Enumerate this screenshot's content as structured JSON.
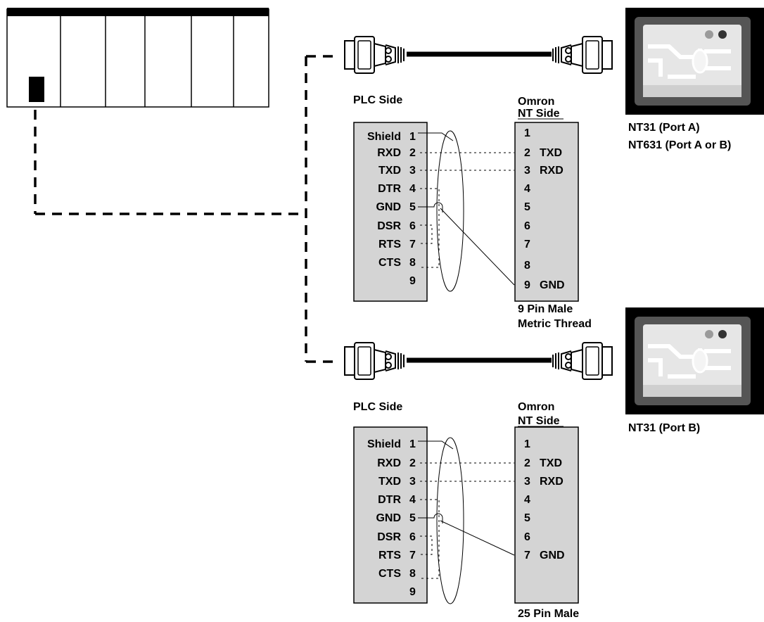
{
  "top_cable": {
    "plc_side_label": "PLC Side",
    "nt_side_label_line1": "Omron",
    "nt_side_label_line2": "NT Side",
    "plc_pins": [
      {
        "name": "Shield",
        "num": "1"
      },
      {
        "name": "RXD",
        "num": "2"
      },
      {
        "name": "TXD",
        "num": "3"
      },
      {
        "name": "DTR",
        "num": "4"
      },
      {
        "name": "GND",
        "num": "5"
      },
      {
        "name": "DSR",
        "num": "6"
      },
      {
        "name": "RTS",
        "num": "7"
      },
      {
        "name": "CTS",
        "num": "8"
      },
      {
        "name": "",
        "num": "9"
      }
    ],
    "nt_pins": [
      {
        "num": "1",
        "name": ""
      },
      {
        "num": "2",
        "name": "TXD"
      },
      {
        "num": "3",
        "name": "RXD"
      },
      {
        "num": "4",
        "name": ""
      },
      {
        "num": "5",
        "name": ""
      },
      {
        "num": "6",
        "name": ""
      },
      {
        "num": "7",
        "name": ""
      },
      {
        "num": "8",
        "name": ""
      },
      {
        "num": "9",
        "name": "GND"
      }
    ],
    "connector_note_line1": "9 Pin Male",
    "connector_note_line2": "Metric Thread",
    "device_label_line1": "NT31 (Port A)",
    "device_label_line2": "NT631 (Port A or B)"
  },
  "bottom_cable": {
    "plc_side_label": "PLC Side",
    "nt_side_label_line1": "Omron",
    "nt_side_label_line2": "NT Side",
    "plc_pins": [
      {
        "name": "Shield",
        "num": "1"
      },
      {
        "name": "RXD",
        "num": "2"
      },
      {
        "name": "TXD",
        "num": "3"
      },
      {
        "name": "DTR",
        "num": "4"
      },
      {
        "name": "GND",
        "num": "5"
      },
      {
        "name": "DSR",
        "num": "6"
      },
      {
        "name": "RTS",
        "num": "7"
      },
      {
        "name": "CTS",
        "num": "8"
      },
      {
        "name": "",
        "num": "9"
      }
    ],
    "nt_pins": [
      {
        "num": "1",
        "name": ""
      },
      {
        "num": "2",
        "name": "TXD"
      },
      {
        "num": "3",
        "name": "RXD"
      },
      {
        "num": "4",
        "name": ""
      },
      {
        "num": "5",
        "name": ""
      },
      {
        "num": "6",
        "name": ""
      },
      {
        "num": "7",
        "name": "GND"
      }
    ],
    "connector_note_line1": "25 Pin Male",
    "device_label_line1": "NT31 (Port B)"
  }
}
